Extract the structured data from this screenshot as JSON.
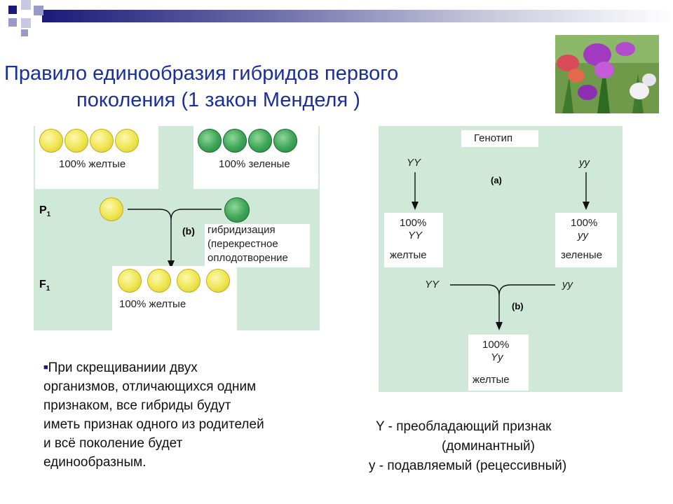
{
  "title": {
    "line1": "Правило единообразия гибридов первого",
    "line2": "поколения (1 закон Менделя )"
  },
  "left_diagram": {
    "parent_yellow_caption": "100% желтые",
    "parent_green_caption": "100% зеленые",
    "p_label": "P",
    "p_sub": "1",
    "f_label": "F",
    "f_sub": "1",
    "b_label": "(b)",
    "process_lines": [
      "гибридизация",
      "(перекрестное",
      "оплодотворение"
    ],
    "offspring_caption": "100% желтые",
    "colors": {
      "panel": "#cfe8d8",
      "yellow_pea": "#f1e85a",
      "green_pea": "#3fa659"
    }
  },
  "right_diagram": {
    "header": "Генотип",
    "a_label": "(a)",
    "left_genotype": "YY",
    "right_genotype": "yy",
    "left_box": {
      "percent": "100%",
      "genotype": "YY",
      "phenotype": "желтые"
    },
    "right_box": {
      "percent": "100%",
      "genotype": "yy",
      "phenotype": "зеленые"
    },
    "cross_left": "YY",
    "cross_right": "yy",
    "b_label": "(b)",
    "result_box": {
      "percent": "100%",
      "genotype": "Yy",
      "phenotype": "желтые"
    }
  },
  "rule_text": {
    "bullet": "■",
    "lines": [
      "При скрещиваниии двух",
      "организмов, отличающихся одним",
      "признаком, все гибриды будут",
      "иметь признак одного из родителей",
      "и всё поколение будет",
      "единообразным."
    ]
  },
  "legend": {
    "line1": "Y - преобладающий признак",
    "line2": "(доминантный)",
    "line3": "y  - подавляемый (рецессивный)"
  },
  "header_decor": {
    "colors": [
      "#1a1a7a",
      "#6a6aa8",
      "#c8c8dc"
    ]
  },
  "photo": {
    "subject": "sweet pea flowers",
    "colors": [
      "#a33bc2",
      "#d94b5a",
      "#3d7a2c"
    ]
  }
}
